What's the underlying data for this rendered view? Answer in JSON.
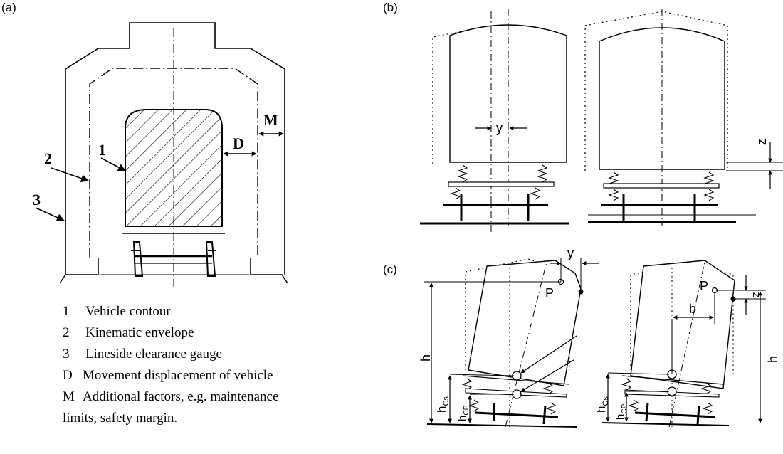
{
  "panels": {
    "a": "(a)",
    "b": "(b)",
    "c": "(c)"
  },
  "markers": {
    "n1": "1",
    "n2": "2",
    "n3": "3",
    "d": "D",
    "m": "M"
  },
  "legend": [
    {
      "key": "1",
      "text": "Vehicle contour"
    },
    {
      "key": "2",
      "text": "Kinematic envelope"
    },
    {
      "key": "3",
      "text": "Lineside clearance gauge"
    },
    {
      "key": "D",
      "text": "Movement displacement of vehicle"
    },
    {
      "key": "M",
      "text": "Additional factors, e.g. maintenance"
    },
    {
      "key": "",
      "text": "limits, safety margin."
    }
  ],
  "labels_b": {
    "y": "y",
    "z": "z"
  },
  "labels_c": {
    "y": "y",
    "p_left": "P",
    "p_right": "P",
    "b": "b",
    "z": "z",
    "h_left": "h",
    "h_right": "h",
    "hcs_left": "h",
    "hcs_left_sub": "Cs",
    "hcp_left": "h",
    "hcp_left_sub": "CP",
    "hcs_right": "h",
    "hcs_right_sub": "Cs",
    "hcp_right": "h",
    "hcp_right_sub": "CP"
  }
}
